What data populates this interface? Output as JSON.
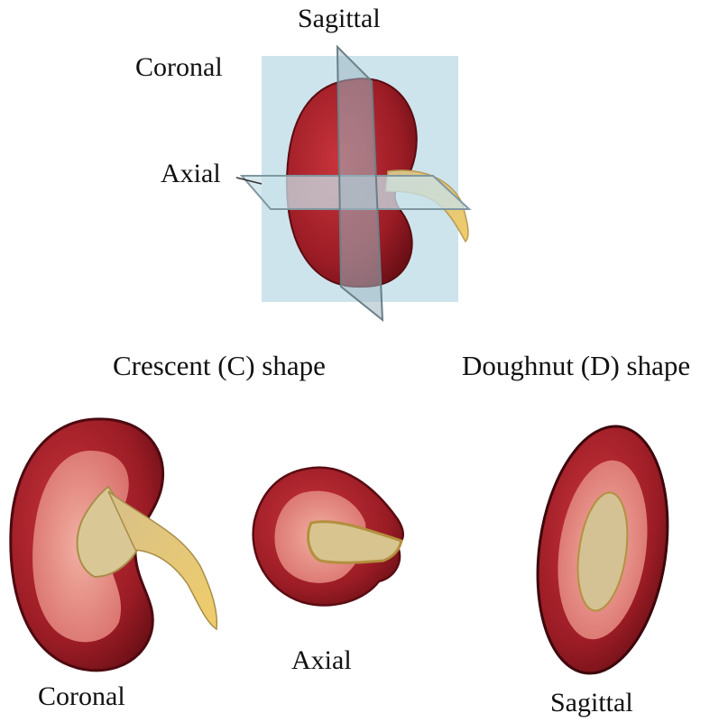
{
  "planes": {
    "sagittal": "Sagittal",
    "coronal": "Coronal",
    "axial": "Axial"
  },
  "shapes": {
    "crescent": "Crescent (C) shape",
    "doughnut": "Doughnut (D) shape"
  },
  "sections": {
    "coronal": "Coronal",
    "axial": "Axial",
    "sagittal": "Sagittal"
  },
  "colors": {
    "cortex": "#a01f28",
    "cortex_dark": "#6e1117",
    "medulla": "#e88c86",
    "sinus": "#d8c48f",
    "ureter": "#e8c777",
    "plane": "#bcdbe6"
  }
}
